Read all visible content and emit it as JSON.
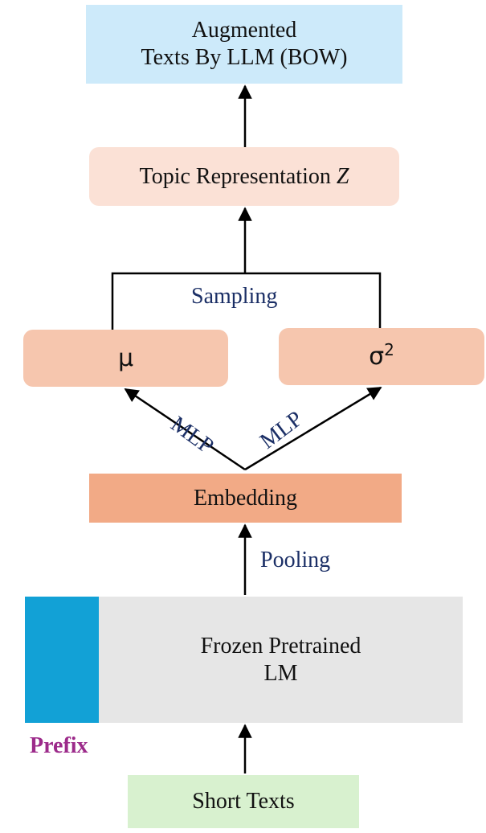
{
  "nodes": {
    "augmented": {
      "line1": "Augmented",
      "line2": "Texts By LLM (BOW)"
    },
    "topic": {
      "text": "Topic Representation ",
      "variable": "Z"
    },
    "mu": {
      "text": "μ"
    },
    "sigma": {
      "text": "σ",
      "superscript": "2"
    },
    "embedding": {
      "text": "Embedding"
    },
    "frozen_lm": {
      "line1": "Frozen Pretrained",
      "line2": "LM"
    },
    "short_texts": {
      "text": "Short Texts"
    }
  },
  "edge_labels": {
    "sampling": "Sampling",
    "mlp_left": "MLP",
    "mlp_right": "MLP",
    "pooling": "Pooling",
    "prefix": "Prefix"
  },
  "colors": {
    "augmented_fill": "#cdeafa",
    "topic_fill": "#fbe1d6",
    "param_fill": "#f6c6ae",
    "embedding_fill": "#f2aa86",
    "lm_fill": "#e6e6e6",
    "prefix_fill": "#12a1d6",
    "short_texts_fill": "#d8f1cf",
    "edge_label_color": "#1b2f66",
    "prefix_label_color": "#9c2a8a"
  }
}
